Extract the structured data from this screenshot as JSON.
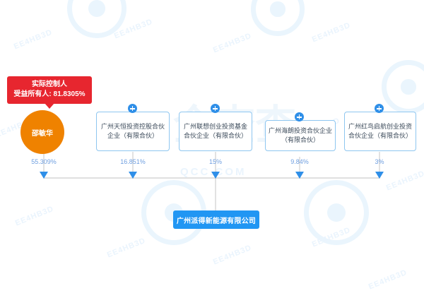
{
  "diagram": {
    "type": "equity-structure-chart",
    "controller_badge": {
      "title": "实际控制人",
      "beneficial_owner": "受益所有人: 81.8305%"
    },
    "person": {
      "name": "邵敏华",
      "percent": "55.309%"
    },
    "shareholders": [
      {
        "name": "广州天恒投资控股合伙企业（有限合伙）",
        "percent": "16.851%",
        "expand_icon": "plus-icon"
      },
      {
        "name": "广州联想创业投资基金合伙企业（有限合伙）",
        "percent": "15%",
        "expand_icon": "plus-icon"
      },
      {
        "name": "广州海朗投资合伙企业（有限合伙）",
        "percent": "9.84%",
        "expand_icon": "plus-icon"
      },
      {
        "name": "广州红鸟启航创业投资合伙企业（有限合伙）",
        "percent": "3%",
        "expand_icon": "plus-icon"
      }
    ],
    "company": {
      "name": "广州派得新能源有限公司"
    },
    "colors": {
      "badge_red": "#e7262f",
      "person_orange": "#ef8200",
      "company_blue": "#2196f3",
      "node_border": "#8ec6f0",
      "percent_text": "#6f9fe0",
      "wire": "#d6d6d6",
      "arrow": "#2f8fe8"
    }
  },
  "watermark": {
    "brand_small": "EE4HB3D",
    "brand_site": "QCC.COM",
    "brand_cn": "企查查"
  }
}
